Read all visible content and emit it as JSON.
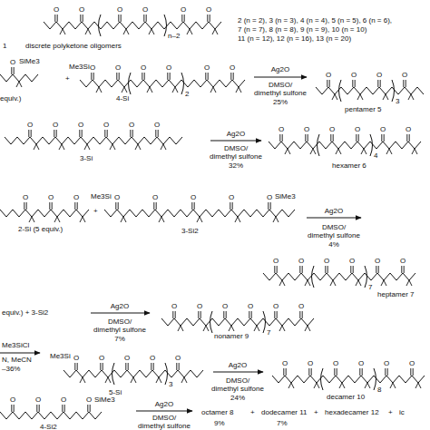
{
  "diagram": {
    "labels": [
      "1",
      "discrete polyketone oligomers",
      "2 (n = 2), 3 (n = 3), 4 (n = 4), 5 (n = 5), 6 (n = 6),",
      "7 (n = 7), 8 (n = 8), 9 (n = 9), 10 (n = 10)",
      "11 (n = 12), 12 (n = 16), 13 (n = 20)",
      "n–2",
      "SiMe3",
      "+",
      "Me3Si",
      "2",
      "4-Si",
      "equiv.)",
      "Ag2O",
      "DMSO/",
      "dimethyl sulfone",
      "25%",
      "3",
      "pentamer 5",
      "3-Si",
      "Ag2O",
      "DMSO/",
      "dimethyl sulfone",
      "32%",
      "4",
      "hexamer 6",
      "Me3Si",
      "SiMe3",
      "2-Si (5 equiv.)",
      "+",
      "3-Si2",
      "Ag2O",
      "DMSO/",
      "dimethyl sulfone",
      "4%",
      "7",
      "heptamer 7",
      "equiv.) + 3-Si2",
      "Ag2O",
      "DMSO/",
      "dimethyl sulfone",
      "7%",
      "7",
      "nonamer 9",
      "Me3SiCl",
      "N, MeCN",
      "–36%",
      "Me3Si",
      "3",
      "5-Si",
      "Ag2O",
      "DMSO/",
      "dimethyl sulfone",
      "24%",
      "8",
      "decamer 10",
      "SiMe3",
      "4-Si2",
      "Ag2O",
      "DMSO/",
      "dimethyl sulfone",
      "octamer 8",
      "9%",
      "+",
      "dodecamer 11",
      "7%",
      "+",
      "hexadecamer 12",
      "+",
      "ic",
      "O",
      "O",
      "O",
      "O",
      "O",
      "O",
      "O",
      "O",
      "O",
      "O",
      "O",
      "O",
      "O",
      "O",
      "O",
      "O",
      "O",
      "O",
      "O",
      "O",
      "O",
      "O",
      "O",
      "O",
      "O",
      "O",
      "O",
      "O",
      "O",
      "O",
      "O",
      "O",
      "O",
      "O",
      "O",
      "O",
      "O",
      "O",
      "O",
      "O",
      "O",
      "O",
      "O",
      "O",
      "O",
      "O",
      "O",
      "O",
      "O",
      "O",
      "O",
      "O",
      "O",
      "O",
      "O",
      "O",
      "O",
      "O",
      "O",
      "O",
      "O",
      "O",
      "O",
      "O"
    ]
  }
}
